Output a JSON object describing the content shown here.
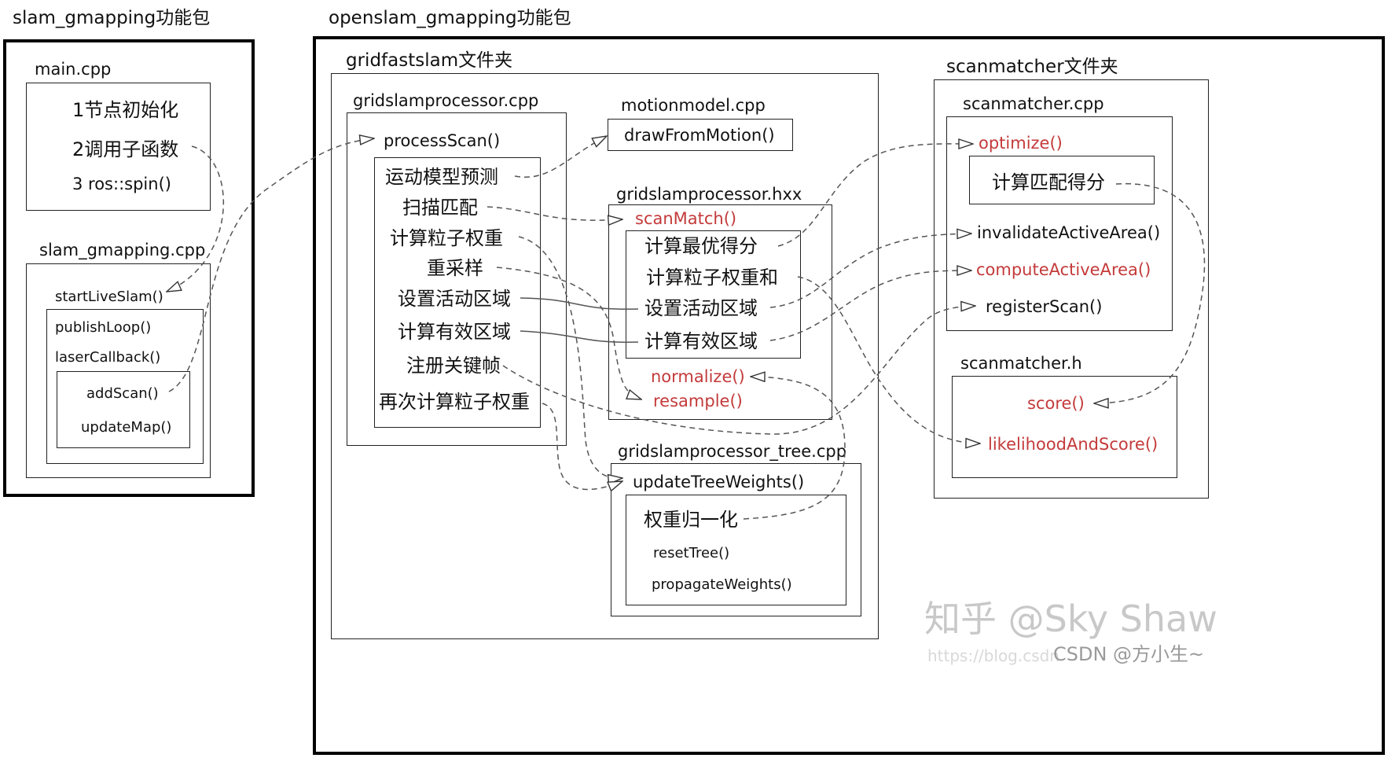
{
  "packages": {
    "slam_gmapping": "slam_gmapping功能包",
    "openslam_gmapping": "openslam_gmapping功能包"
  },
  "main_cpp": {
    "title": "main.cpp",
    "steps": [
      "1节点初始化",
      "2调用子函数",
      "3 ros::spin()"
    ]
  },
  "slam_gmapping_cpp": {
    "title": "slam_gmapping.cpp",
    "start": "startLiveSlam()",
    "publish": "publishLoop()",
    "laser": "laserCallback()",
    "addscan": "addScan()",
    "updatemap": "updateMap()"
  },
  "gridfastslam": {
    "title": "gridfastslam文件夹",
    "processor_cpp": {
      "title": "gridslamprocessor.cpp",
      "process": "processScan()",
      "steps": [
        "运动模型预测",
        "扫描匹配",
        "计算粒子权重",
        "重采样",
        "设置活动区域",
        "计算有效区域",
        "注册关键帧",
        "再次计算粒子权重"
      ]
    },
    "motionmodel": {
      "title": "motionmodel.cpp",
      "fn": "drawFromMotion()"
    },
    "processor_hxx": {
      "title": "gridslamprocessor.hxx",
      "scanmatch": "scanMatch()",
      "steps": [
        "计算最优得分",
        "计算粒子权重和",
        "设置活动区域",
        "计算有效区域"
      ],
      "normalize": "normalize()",
      "resample": "resample()"
    },
    "tree_cpp": {
      "title": "gridslamprocessor_tree.cpp",
      "update": "updateTreeWeights()",
      "normalize_zh": "权重归一化",
      "reset": "resetTree()",
      "propagate": "propagateWeights()"
    }
  },
  "scanmatcher": {
    "title": "scanmatcher文件夹",
    "cpp": {
      "title": "scanmatcher.cpp",
      "optimize": "optimize()",
      "score_zh": "计算匹配得分",
      "invalidate": "invalidateActiveArea()",
      "compute": "computeActiveArea()",
      "register": "registerScan()"
    },
    "h": {
      "title": "scanmatcher.h",
      "score": "score()",
      "likelihood": "likelihoodAndScore()"
    }
  },
  "watermark": {
    "zhihu": "知乎 @Sky Shaw",
    "csdn": "CSDN @方小生~",
    "url": "https://blog.csdn"
  },
  "colors": {
    "highlight": "#c43a3a",
    "line": "#555555",
    "border": "#222222"
  }
}
